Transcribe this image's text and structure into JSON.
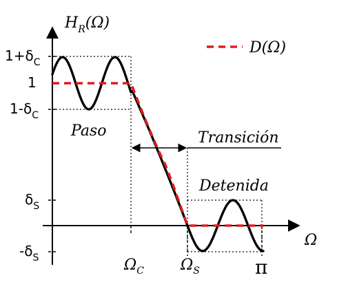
{
  "title": "",
  "legend": {
    "ideal_label": "D(Ω)",
    "ideal_color": "#e01b1b"
  },
  "axes": {
    "y_label": "H",
    "y_label_sub": "R",
    "y_label_arg": "(Ω)",
    "x_label": "Ω"
  },
  "y_ticks": {
    "one_plus_delta_c": "1+δ",
    "one_plus_delta_c_sub": "C",
    "one": "1",
    "one_minus_delta_c": "1-δ",
    "one_minus_delta_c_sub": "C",
    "delta_s": "δ",
    "delta_s_sub": "S",
    "minus_delta_s": "-δ",
    "minus_delta_s_sub": "S"
  },
  "x_ticks": {
    "omega_c": "Ω",
    "omega_c_sub": "C",
    "omega_s": "Ω",
    "omega_s_sub": "S",
    "pi": "π"
  },
  "regions": {
    "pass": "Paso",
    "transition": "Transición",
    "stop": "Detenida"
  }
}
